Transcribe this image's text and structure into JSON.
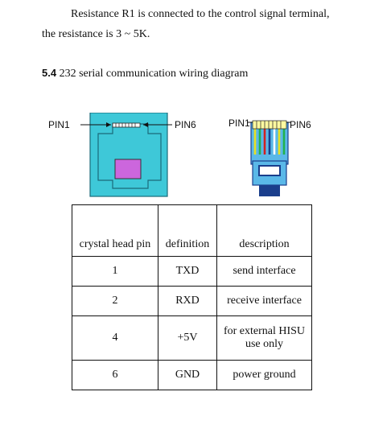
{
  "text": {
    "line1": "Resistance R1 is connected to the control signal terminal,",
    "line2": "the resistance is 3 ~ 5K."
  },
  "section": {
    "number": "5.4",
    "title": "232 serial communication wiring diagram"
  },
  "diagram": {
    "left_pin1": "PIN1",
    "left_pin6": "PIN6",
    "right_pin1": "PIN1",
    "right_pin6": "PIN6",
    "colors": {
      "socket": "#3ec8d8",
      "socket_inner": "#cc66dd",
      "plug_body": "#5ab8e8",
      "plug_dark": "#1a3e8c"
    }
  },
  "table": {
    "headers": [
      "crystal head pin",
      "definition",
      "description"
    ],
    "rows": [
      {
        "pin": "1",
        "definition": "TXD",
        "description": "send interface"
      },
      {
        "pin": "2",
        "definition": "RXD",
        "description": "receive interface"
      },
      {
        "pin": "4",
        "definition": "+5V",
        "description": "for external HISU use only"
      },
      {
        "pin": "6",
        "definition": "GND",
        "description": "power ground"
      }
    ]
  }
}
